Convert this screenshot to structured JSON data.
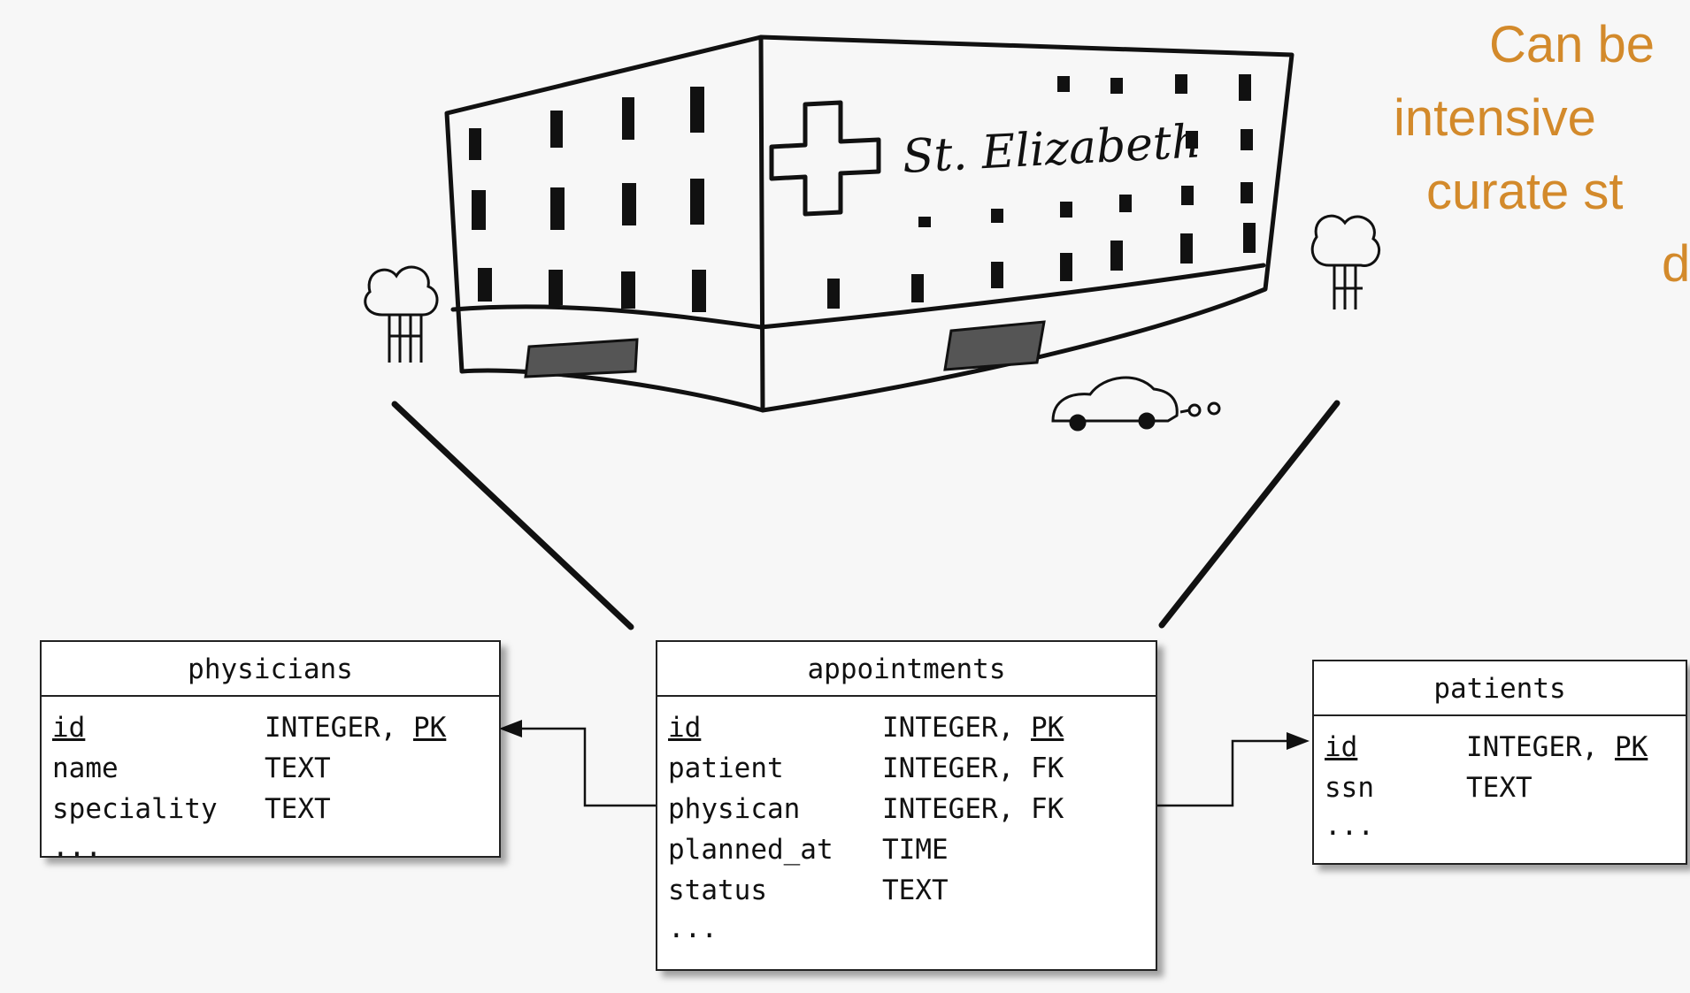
{
  "hospital": {
    "sign_text": "St. Elizabeth"
  },
  "caption": {
    "lines": [
      "Can be",
      "intensive",
      "curate st",
      "da"
    ]
  },
  "tables": {
    "physicians": {
      "name": "physicians",
      "columns": [
        {
          "name": "id",
          "type": "INTEGER, ",
          "key": "PK"
        },
        {
          "name": "name",
          "type": "TEXT",
          "key": ""
        },
        {
          "name": "speciality",
          "type": "TEXT",
          "key": ""
        }
      ],
      "more": "..."
    },
    "appointments": {
      "name": "appointments",
      "columns": [
        {
          "name": "id",
          "type": "INTEGER, ",
          "key": "PK"
        },
        {
          "name": "patient",
          "type": "INTEGER, FK",
          "key": ""
        },
        {
          "name": "physican",
          "type": "INTEGER, FK",
          "key": ""
        },
        {
          "name": "planned_at",
          "type": "TIME",
          "key": ""
        },
        {
          "name": "status",
          "type": "TEXT",
          "key": ""
        }
      ],
      "more": "..."
    },
    "patients": {
      "name": "patients",
      "columns": [
        {
          "name": "id",
          "type": "INTEGER, ",
          "key": "PK"
        },
        {
          "name": "ssn",
          "type": "TEXT",
          "key": ""
        }
      ],
      "more": "..."
    }
  },
  "colors": {
    "caption": "#d38a2b",
    "background": "#f7f7f7",
    "ink": "#111111"
  }
}
